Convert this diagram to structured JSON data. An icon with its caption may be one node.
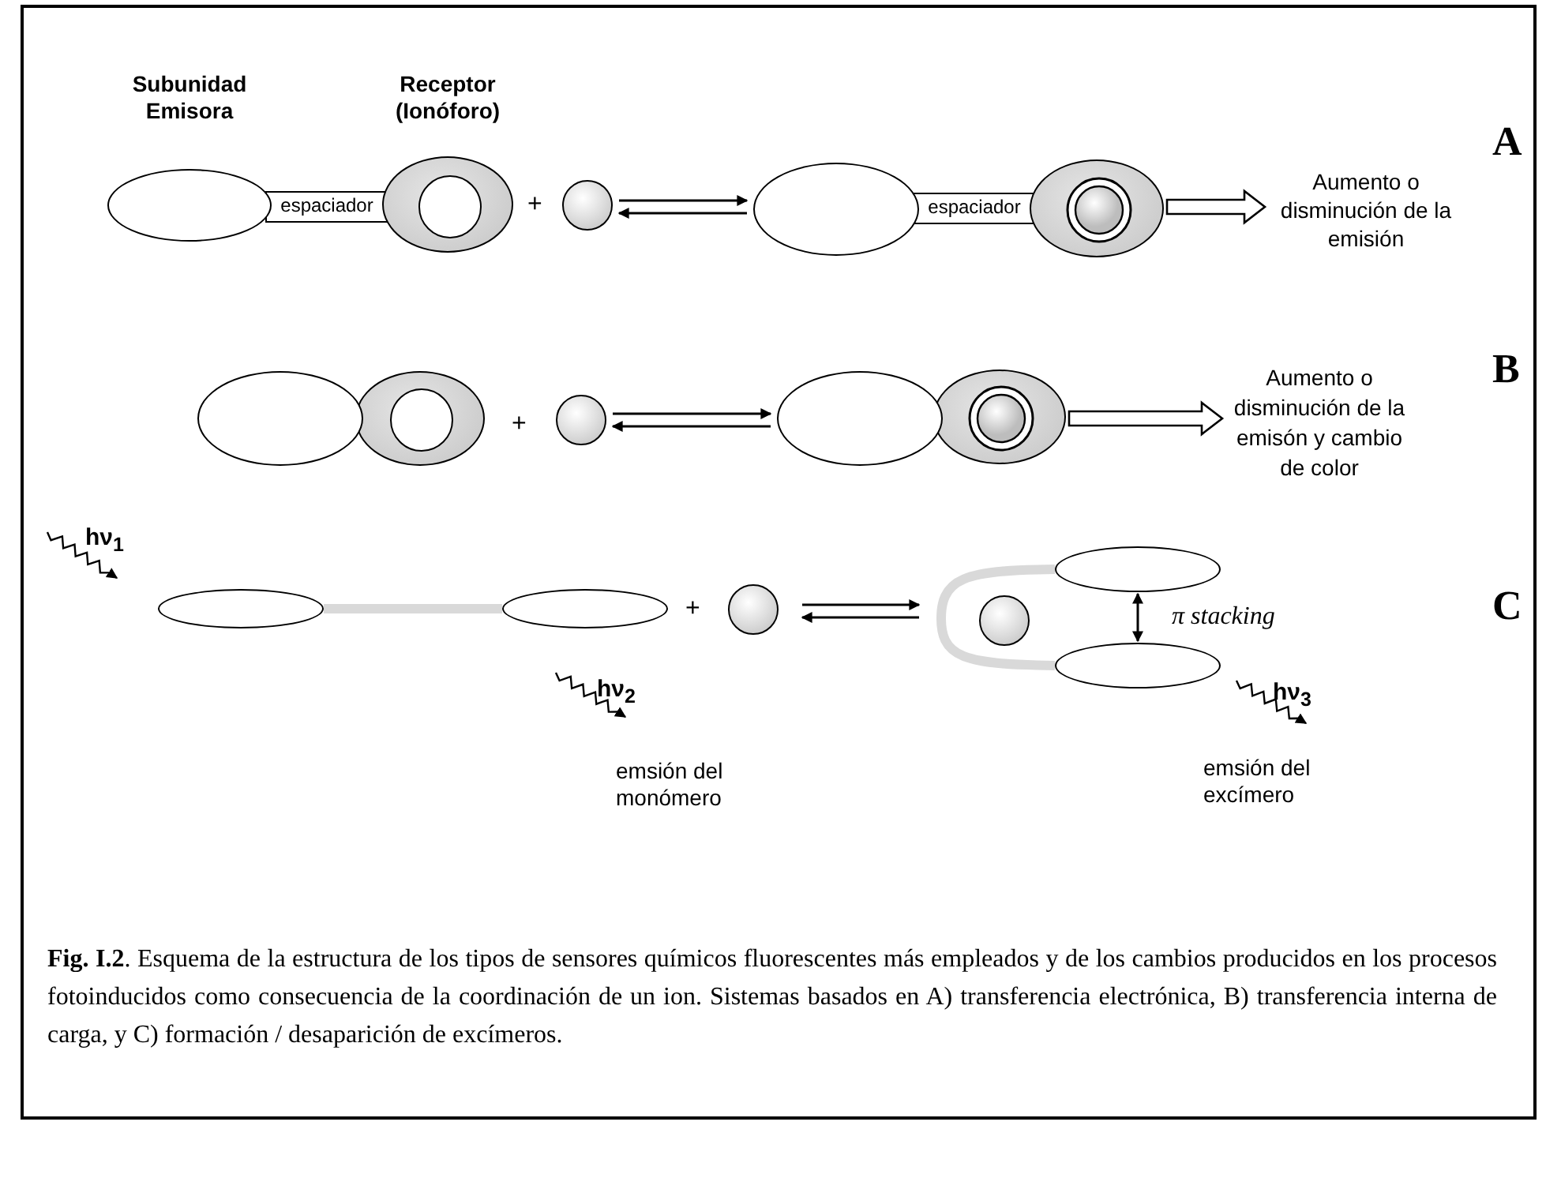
{
  "diagram": {
    "caption": "**Fig. I.2**. Esquema de la estructura de los tipos de sensores químicos fluorescentes más empleados y de los cambios producidos en los procesos fotoinducidos como consecuencia de la coordinación de un ion. Sistemas basados en A) transferencia electrónica, B) transferencia interna de carga, y C) formación / desaparición de excímeros.",
    "nodes": [
      {
        "text": [
          "Subunidad Emisora"
        ]
      },
      {
        "text": [
          "espaciador"
        ]
      },
      {
        "text": [
          "Receptor (Ionóforo)"
        ]
      },
      {
        "text": [],
        "shape": "circle"
      },
      {
        "text": [],
        "shape": "ellipse"
      },
      {
        "text": [
          "espaciador"
        ]
      },
      {
        "text": [],
        "shape": "ellipse"
      },
      {
        "text": [
          "Aumento o disminución de la emisión"
        ]
      },
      {
        "text": [],
        "shape": "ellipse"
      },
      {
        "text": [],
        "shape": "ellipse"
      },
      {
        "text": [],
        "shape": "circle"
      },
      {
        "text": [],
        "shape": "ellipse"
      },
      {
        "text": [],
        "shape": "ellipse"
      },
      {
        "text": [
          "Aumento o disminución de la emisón y cambio de color"
        ]
      },
      {
        "text": [],
        "shape": "ellipse"
      },
      {
        "text": [],
        "shape": "ellipse"
      },
      {
        "text": [],
        "shape": "circle"
      },
      {
        "text": [],
        "shape": "ellipse"
      },
      {
        "text": [],
        "shape": "circle"
      },
      {
        "text": [],
        "shape": "ellipse"
      }
    ],
    "edges": [
      {
        "from": 3,
        "to": 4,
        "arrow": "to"
      },
      {
        "from": 4,
        "to": 3,
        "arrow": "to"
      },
      {
        "from": 6,
        "to": 7,
        "arrow": "to"
      },
      {
        "from": 10,
        "to": 11,
        "arrow": "to"
      },
      {
        "from": 11,
        "to": 10,
        "arrow": "to"
      },
      {
        "from": 12,
        "to": 13,
        "arrow": "to"
      },
      {
        "from": 14,
        "to": 15,
        "arrow": "none",
        "style": "thick",
        "color": "#d9d9d9"
      },
      {
        "from": 16,
        "to": 18,
        "arrow": "to"
      },
      {
        "from": 18,
        "to": 16,
        "arrow": "to"
      },
      {
        "from": 17,
        "to": 19,
        "arrow": "both",
        "label": "π stacking"
      },
      {
        "from": 17,
        "to": 19,
        "arrow": "none",
        "style": "thick",
        "color": "#d9d9d9"
      }
    ],
    "labels": [
      "A",
      "+",
      "B",
      "+",
      "hν$_{1}$",
      "C",
      "+",
      "hν$_{2}$",
      "hν$_{3}$",
      "emsión del monómero",
      "emsión del excímero"
    ]
  }
}
